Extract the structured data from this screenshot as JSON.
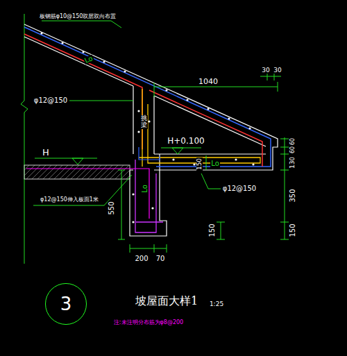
{
  "diagram": {
    "title": "坡屋面大样1",
    "nodes": [
      {
        "text": [
          "3"
        ]
      }
    ],
    "labels": [
      "板钢筋φ10@150双层双向布置",
      "Lo",
      "30",
      "30",
      "1040",
      "φ12@150",
      "挑梁",
      "H+0.100",
      "Lo",
      "150",
      "φ12@150",
      "H",
      "φ12@150伸入板面1米",
      "Lo",
      "550",
      "60",
      "60",
      "130",
      "350",
      "150",
      "150",
      "200",
      "70",
      "1:25",
      "注:未注明分布筋为φ8@200"
    ]
  }
}
